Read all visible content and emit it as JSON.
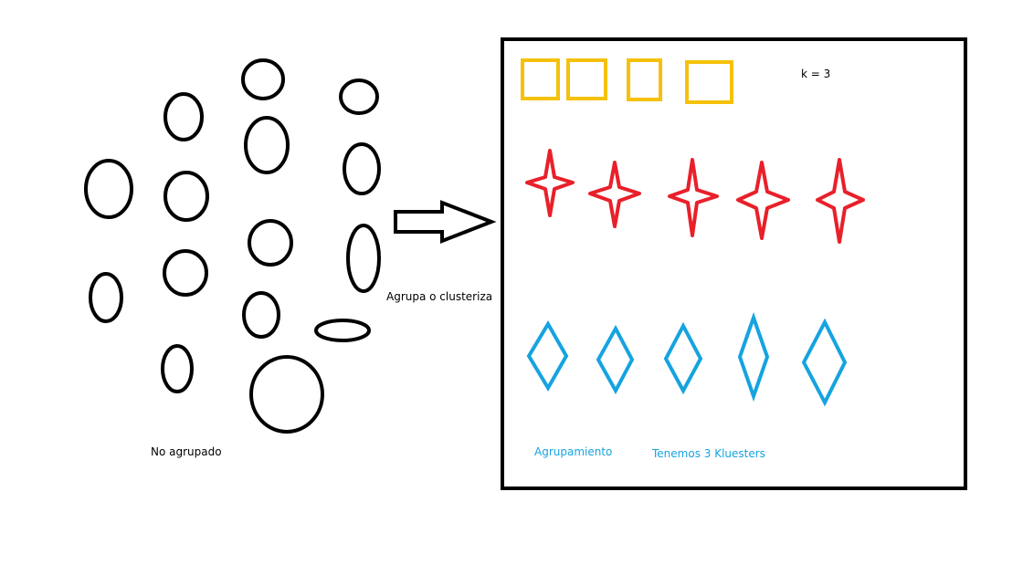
{
  "colors": {
    "ink": "#000000",
    "squares": "#f5c10a",
    "stars": "#e8202a",
    "diamonds": "#16a3e0"
  },
  "labels": {
    "unclustered": "No agrupado",
    "arrow": "Agrupa o clusteriza",
    "k_value": "k = 3",
    "grouping": "Agrupamiento",
    "clusters": "Tenemos 3 Kluesters"
  }
}
